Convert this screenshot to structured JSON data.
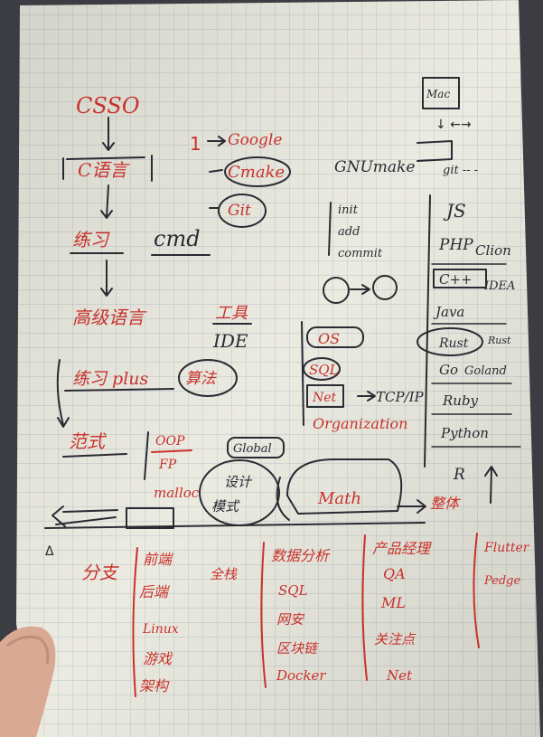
{
  "notebook": {
    "paper_color": "#ecebe1",
    "grid_color": "#b9c4c9",
    "red_ink": "#c8322c",
    "black_ink": "#2a2a33"
  },
  "notes": {
    "csso": "CSSO",
    "c_lang": "C语言",
    "practice": "练习",
    "cmd": "cmd",
    "high_level": "高级语言",
    "practice_plus": "练习 plus",
    "algorithm": "算法",
    "paradigm": "范式",
    "oop": "OOP",
    "fp": "FP",
    "malloc": "malloc",
    "design_pattern_1": "设计",
    "design_pattern_2": "模式",
    "global": "Global",
    "math": "Math",
    "marker_1": "1",
    "google": "Google",
    "cmake": "Cmake",
    "git": "Git",
    "gnumake": "GNUmake",
    "git_init": "init",
    "git_add": "add",
    "git_commit": "commit",
    "tool": "工具",
    "ide": "IDE",
    "os": "OS",
    "sql": "SQL",
    "net": "Net",
    "tcp_ip": "TCP/IP",
    "organization": "Organization",
    "mac": "Mac",
    "arrow_sym": "↓ ←→",
    "git_tail": "git -- -",
    "js": "JS",
    "php": "PHP",
    "cpp": "C++",
    "java": "Java",
    "rust": "Rust",
    "go": "Go",
    "ruby": "Ruby",
    "python": "Python",
    "clion": "Clion",
    "idea": "IDEA",
    "rust_sub": "Rust",
    "goland": "Goland",
    "r_lang": "R",
    "overall": "整体",
    "delta": "Δ"
  },
  "branches": {
    "title": "分支",
    "col1": [
      "前端",
      "后端",
      "Linux",
      "游戏",
      "架构"
    ],
    "col2_title": "全栈",
    "col3_title": "数据分析",
    "col3": [
      "SQL",
      "网安",
      "区块链",
      "Docker"
    ],
    "col4_title": "产品经理",
    "col4": [
      "QA",
      "ML",
      "关注点",
      "Net"
    ],
    "col5": [
      "Flutter",
      "Pedge"
    ]
  }
}
